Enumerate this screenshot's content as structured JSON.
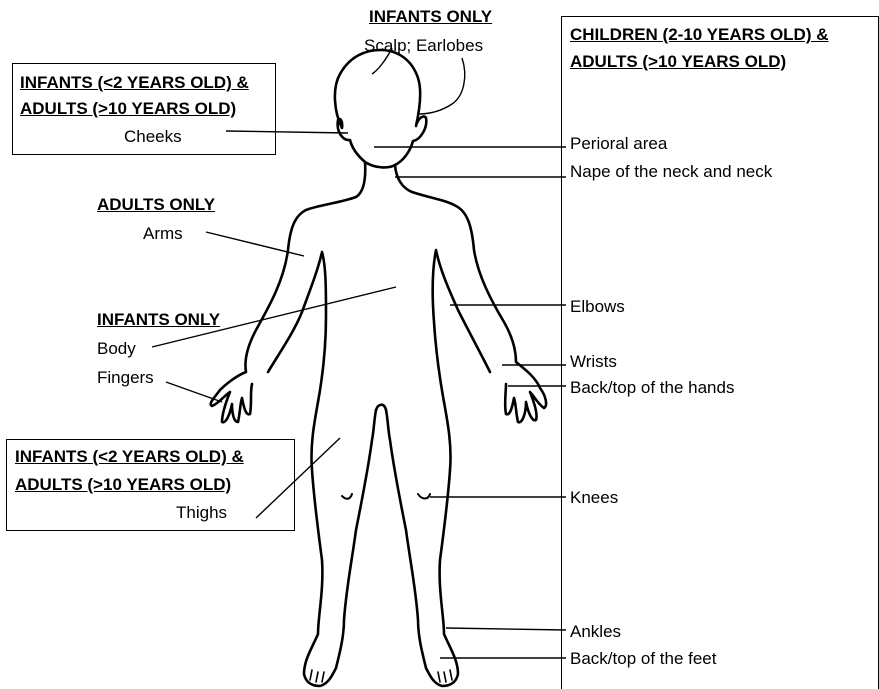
{
  "top": {
    "header": "INFANTS ONLY",
    "label": "Scalp; Earlobes"
  },
  "upper_left_box": {
    "header_line1": "INFANTS (<2 YEARS OLD) &",
    "header_line2": "ADULTS (>10 YEARS OLD)",
    "label": "Cheeks"
  },
  "adults_only": {
    "header": "ADULTS ONLY",
    "label": "Arms"
  },
  "infants_only_left": {
    "header": "INFANTS ONLY",
    "label_body": "Body",
    "label_fingers": "Fingers"
  },
  "lower_left_box": {
    "header_line1": "INFANTS (<2 YEARS OLD) &",
    "header_line2": "ADULTS (>10 YEARS OLD)",
    "label": "Thighs"
  },
  "right_box": {
    "header_line1": "CHILDREN (2-10 YEARS OLD) &",
    "header_line2": "ADULTS (>10 YEARS OLD)",
    "items": [
      "Perioral area",
      "Nape of the neck and neck",
      "Elbows",
      "Wrists",
      "Back/top of the hands",
      "Knees",
      "Ankles",
      "Back/top of the feet"
    ]
  }
}
